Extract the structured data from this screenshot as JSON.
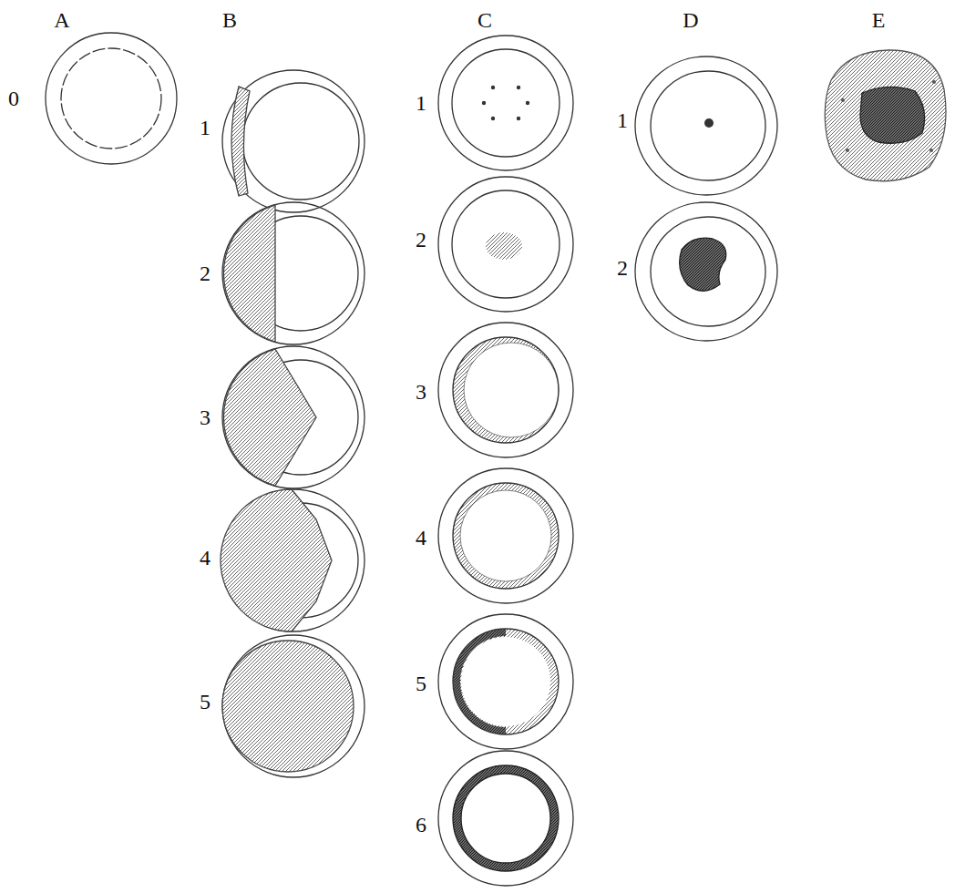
{
  "diagram": {
    "labels": [
      "A",
      "B",
      "C",
      "D",
      "E",
      "0",
      "1",
      "2",
      "3",
      "4",
      "5",
      "1",
      "2",
      "3",
      "4",
      "5",
      "6",
      "1",
      "2"
    ]
  }
}
